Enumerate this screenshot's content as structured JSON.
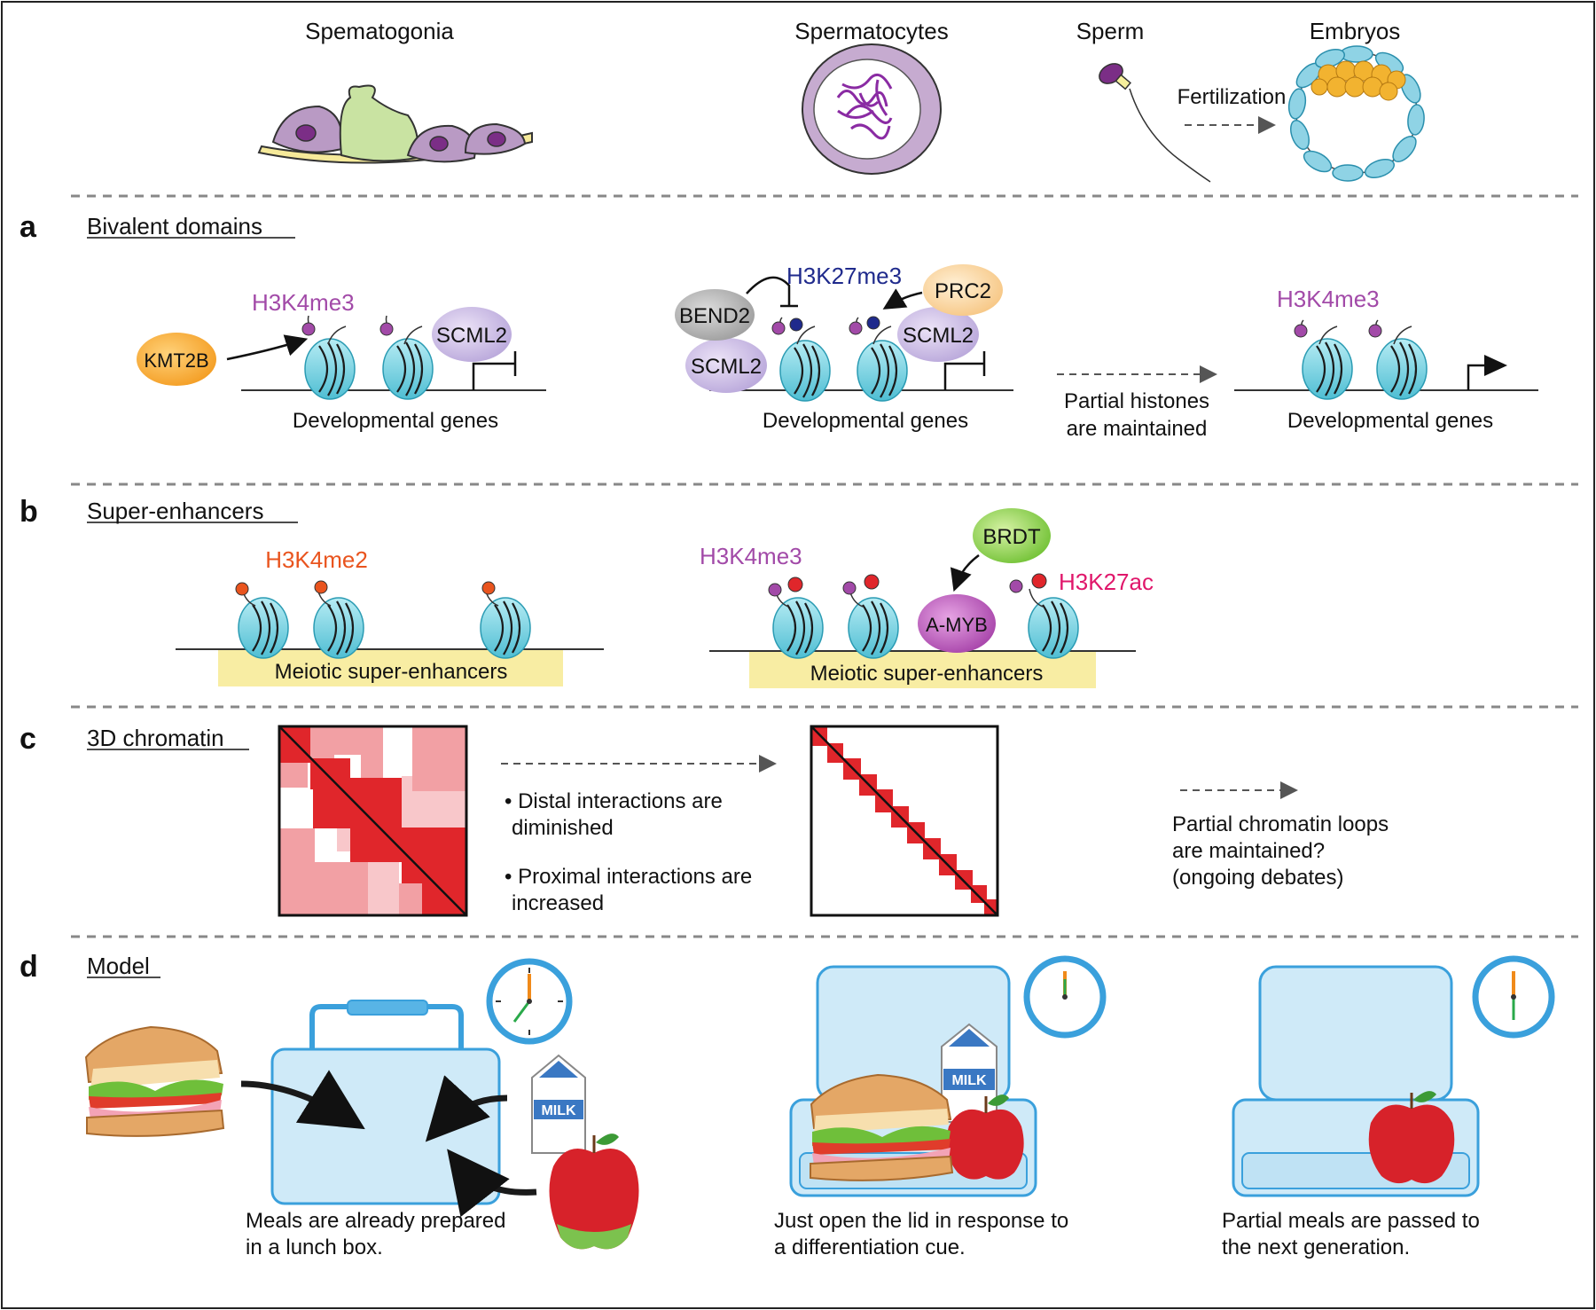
{
  "stages": {
    "spermatogonia": "Spematogonia",
    "spermatocytes": "Spermatocytes",
    "sperm": "Sperm",
    "embryos": "Embryos",
    "fertilization": "Fertilization"
  },
  "a": {
    "letter": "a",
    "title": "Bivalent domains",
    "kmt2b": "KMT2B",
    "h3k4me3": "H3K4me3",
    "scml2": "SCML2",
    "bend2": "BEND2",
    "h3k27me3": "H3K27me3",
    "prc2": "PRC2",
    "dev_genes": "Developmental genes",
    "partial_line1": "Partial histones",
    "partial_line2": "are maintained"
  },
  "b": {
    "letter": "b",
    "title": "Super-enhancers",
    "h3k4me2": "H3K4me2",
    "h3k4me3": "H3K4me3",
    "brdt": "BRDT",
    "amyb": "A-MYB",
    "h3k27ac": "H3K27ac",
    "meiotic": "Meiotic super-enhancers"
  },
  "c": {
    "letter": "c",
    "title": "3D chromatin",
    "bullet1_l1": "Distal interactions are",
    "bullet1_l2": "diminished",
    "bullet2_l1": "Proximal interactions are",
    "bullet2_l2": "increased",
    "loops_l1": "Partial chromatin loops",
    "loops_l2": "are maintained?",
    "loops_l3": "(ongoing debates)"
  },
  "d": {
    "letter": "d",
    "title": "Model",
    "milk": "MILK",
    "cap1_l1": "Meals are already prepared",
    "cap1_l2": "in a lunch box.",
    "cap2_l1": "Just open the lid in response to",
    "cap2_l2": "a differentiation cue.",
    "cap3_l1": "Partial meals are passed to",
    "cap3_l2": "the next generation."
  },
  "colors": {
    "h3k4me3": "#a24aa8",
    "h3k27me3": "#1f2a8c",
    "h3k4me2": "#e9541e",
    "h3k27ac": "#e0176b",
    "nucleosome": "#7fd3e3",
    "contact_red": "#e0262b",
    "lunchbox": "#cfeaf8",
    "lunchbox_edge": "#3aa0dc"
  }
}
